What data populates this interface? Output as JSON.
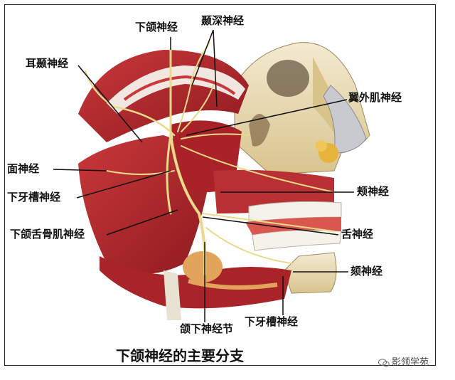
{
  "labels": {
    "mandibular": "下颌神经",
    "deep_temporal": "颞深神经",
    "auriculotemporal": "耳颞神经",
    "lateral_pterygoid": "翼外肌神经",
    "facial": "面神经",
    "inferior_alveolar_upper": "下牙槽神经",
    "buccal": "颊神经",
    "mylohyoid": "下颌舌骨肌神经",
    "lingual": "舌神经",
    "mental": "颏神经",
    "submandibular_ganglion": "颌下神经节",
    "inferior_alveolar_lower": "下牙槽神经"
  },
  "caption": "下颌神经的主要分支",
  "watermark": "影领学苑",
  "colors": {
    "muscle": "#b8262b",
    "nerve": "#ead98a",
    "bone": "#efe2b8",
    "tendon": "#f4f1ea"
  }
}
